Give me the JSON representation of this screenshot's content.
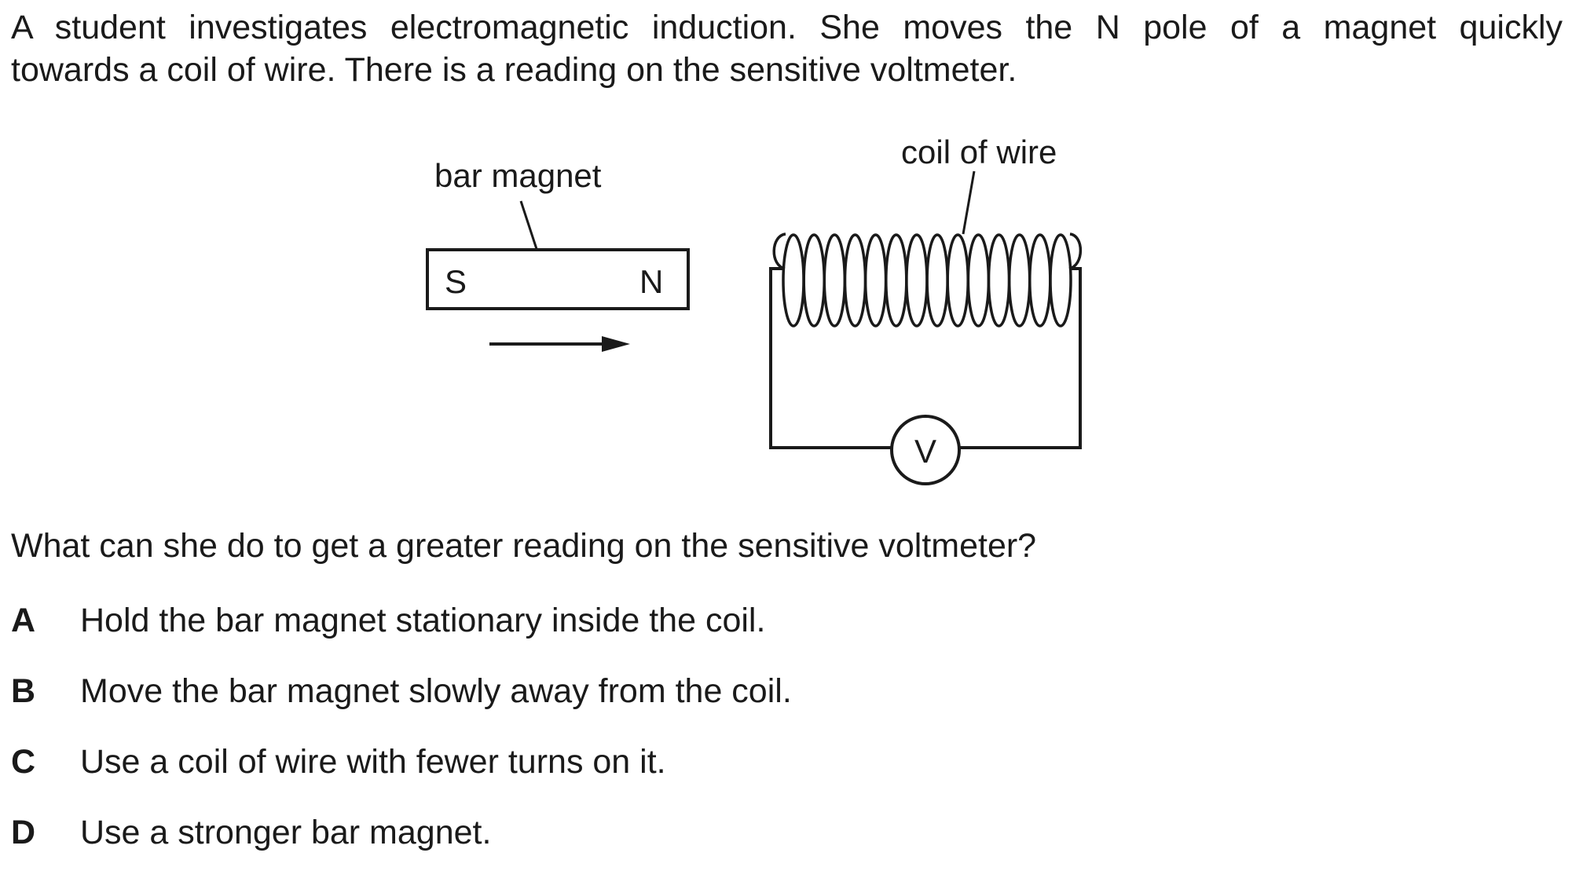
{
  "intro": {
    "line1": "A student investigates electromagnetic induction. She moves the N pole of a magnet quickly",
    "line2": "towards a coil of wire. There is a reading on the sensitive voltmeter."
  },
  "diagram": {
    "bar_magnet_label": "bar magnet",
    "pole_south": "S",
    "pole_north": "N",
    "coil_label": "coil of wire",
    "voltmeter_symbol": "V",
    "coil_turns": 14
  },
  "question": "What can she do to get a greater reading on the sensitive voltmeter?",
  "options": [
    {
      "letter": "A",
      "text": "Hold the bar magnet stationary inside the coil."
    },
    {
      "letter": "B",
      "text": "Move the bar magnet slowly away from the coil."
    },
    {
      "letter": "C",
      "text": "Use a coil of wire with fewer turns on it."
    },
    {
      "letter": "D",
      "text": "Use a stronger bar magnet."
    }
  ]
}
